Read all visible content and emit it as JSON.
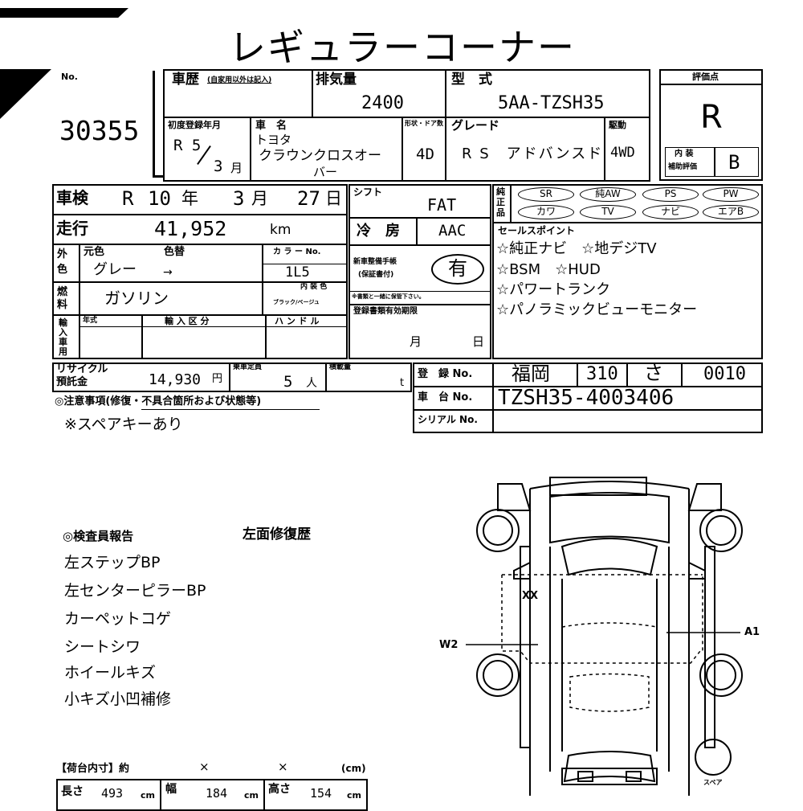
{
  "header": {
    "title": "レギュラーコーナー"
  },
  "lot": {
    "label": "No.",
    "number": "30355"
  },
  "history": {
    "label": "車歴",
    "note": "(自家用以外は記入)"
  },
  "displacement": {
    "label": "排気量",
    "value": "2400"
  },
  "model_code": {
    "label": "型　式",
    "value": "5AA-TZSH35"
  },
  "score": {
    "label": "評価点",
    "value": "R"
  },
  "first_reg": {
    "label": "初度登録年月",
    "era_year": "R 5",
    "month": "3",
    "month_unit": "月"
  },
  "car_name": {
    "label": "車　名",
    "maker": "トヨタ",
    "name_line1": "クラウンクロスオー",
    "name_line2": "バー"
  },
  "body": {
    "label": "形状・ドア数",
    "value": "4D"
  },
  "grade": {
    "label": "グレード",
    "value": "R S　アドバンスド"
  },
  "drive": {
    "label": "駆動",
    "value": "4WD"
  },
  "interior_score": {
    "label_line1": "内 装",
    "label_line2": "補助評価",
    "value": "B"
  },
  "inspection": {
    "label": "車検",
    "era": "R",
    "year": "10",
    "year_unit": "年",
    "month": "3",
    "month_unit": "月",
    "day": "27",
    "day_unit": "日"
  },
  "shift": {
    "label": "シフト",
    "value": "FAT"
  },
  "equipment": {
    "label": "純正品",
    "items": [
      "SR",
      "純AW",
      "PS",
      "PW",
      "カワ",
      "TV",
      "ナビ",
      "エアB"
    ]
  },
  "mileage": {
    "label": "走行",
    "value": "41,952",
    "unit": "km"
  },
  "ac": {
    "label": "冷　房",
    "value": "AAC"
  },
  "color": {
    "side_label": "外色",
    "orig_label": "元色",
    "orig_value": "グレー",
    "change_label": "色替",
    "change_value": "→",
    "code_label": "カ ラ ー No.",
    "code_value": "1L5",
    "interior_label": "内 装 色",
    "interior_value": "ブラック/ベージュ"
  },
  "fuel": {
    "label": "燃料",
    "value": "ガソリン"
  },
  "manual": {
    "label_line1": "新車整備手帳",
    "label_line2": "(保証書付)",
    "value": "有",
    "note": "※書類と一緒に保管下さい。"
  },
  "sales_points": {
    "label": "セールスポイント",
    "items": [
      "☆純正ナビ　☆地デジTV",
      "☆BSM　☆HUD",
      "☆パワートランク",
      "☆パノラミックビューモニター"
    ]
  },
  "import": {
    "side_label": "輸入車用",
    "year_label": "年式",
    "class_label": "輸 入 区 分",
    "handle_label": "ハ ン ド ル"
  },
  "registration_doc": {
    "label": "登録書類有効期限",
    "month_unit": "月",
    "day_unit": "日"
  },
  "recycle": {
    "label_line1": "リサイクル",
    "label_line2": "預託金",
    "value": "14,930",
    "unit": "円"
  },
  "capacity": {
    "label": "乗車定員",
    "value": "5",
    "unit": "人"
  },
  "load": {
    "label": "積載量",
    "unit": "t"
  },
  "plate": {
    "label": "登　録 No.",
    "region": "福岡",
    "class_no": "310",
    "kana": "さ",
    "number": "0010"
  },
  "chassis": {
    "label": "車　台 No.",
    "value": "TZSH35-4003406"
  },
  "serial": {
    "label": "シリアル No."
  },
  "notes": {
    "label": "◎注意事項(修復・不具合箇所および状態等)",
    "text": "※スペアキーあり"
  },
  "inspector": {
    "label": "◎検査員報告",
    "side_note": "左面修復歴",
    "items": [
      "左ステップBP",
      "左センターピラーBP",
      "カーペットコゲ",
      "シートシワ",
      "ホイールキズ",
      "小キズ小凹補修"
    ]
  },
  "cargo": {
    "label": "【荷台内寸】約",
    "x1": "×",
    "x2": "×",
    "unit_label": "(cm)",
    "length_label": "長さ",
    "length_value": "493",
    "length_unit": "cm",
    "width_label": "幅",
    "width_value": "184",
    "width_unit": "cm",
    "height_label": "高さ",
    "height_value": "154",
    "height_unit": "cm"
  },
  "diagram": {
    "mark_xx": "XX",
    "mark_w2": "W2",
    "mark_a1": "A1",
    "spare_label": "スペア"
  }
}
